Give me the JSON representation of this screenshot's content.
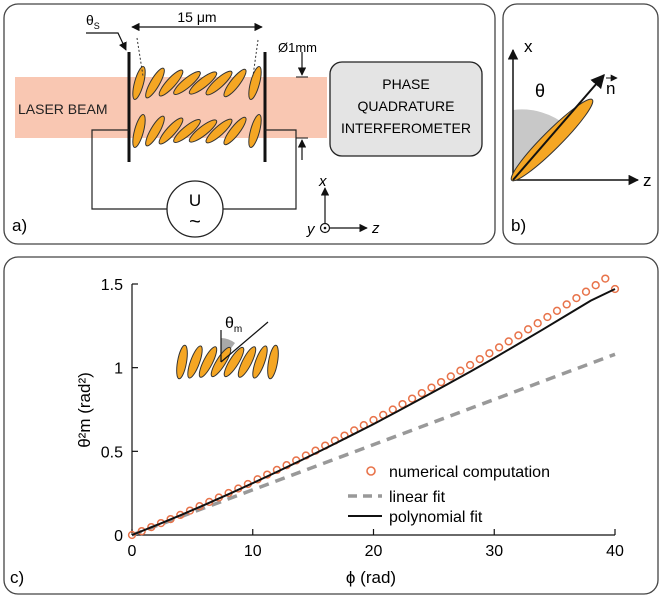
{
  "panels": {
    "a": {
      "label": "a)",
      "theta_s": "θ",
      "theta_s_sub": "S",
      "gap_label": "15 μm",
      "diameter_label": "Ø1mm",
      "laser_label": "LASER BEAM",
      "interferometer_lines": [
        "PHASE",
        "QUADRATURE",
        "INTERFEROMETER"
      ],
      "source_label": "U",
      "source_symbol": "~",
      "axis_x": "x",
      "axis_y": "y",
      "axis_z": "z"
    },
    "b": {
      "label": "b)",
      "axis_x": "x",
      "axis_z": "z",
      "theta": "θ",
      "n_vector": "n"
    },
    "c": {
      "label": "c)",
      "inset_theta": "θ",
      "inset_theta_sub": "m"
    }
  },
  "chart_data": {
    "type": "scatter",
    "title": "",
    "xlabel": "ϕ (rad)",
    "ylabel": "θ²m (rad²)",
    "xlim": [
      0,
      40
    ],
    "ylim": [
      0,
      1.5
    ],
    "xticks": [
      0,
      10,
      20,
      30,
      40
    ],
    "yticks": [
      0,
      0.5,
      1,
      1.5
    ],
    "ytick_labels": [
      "0",
      "0.5",
      "1",
      "1.5"
    ],
    "grid": false,
    "legend_position": "bottom-right",
    "series": [
      {
        "name": "numerical computation",
        "style": "markers",
        "marker": "open-circle",
        "color": "#e8734a",
        "x": [
          0,
          0.8,
          1.6,
          2.4,
          3.2,
          4,
          4.8,
          5.6,
          6.4,
          7.2,
          8,
          8.8,
          9.6,
          10.4,
          11.2,
          12,
          12.8,
          13.6,
          14.4,
          15.2,
          16,
          16.8,
          17.6,
          18.4,
          19.2,
          20,
          20.8,
          21.6,
          22.4,
          23.2,
          24,
          24.8,
          25.6,
          26.4,
          27.2,
          28,
          28.8,
          29.6,
          30.4,
          31.2,
          32,
          32.8,
          33.6,
          34.4,
          35.2,
          36,
          36.8,
          37.6,
          38.4,
          39.2,
          40
        ],
        "y": [
          0,
          0.023,
          0.047,
          0.071,
          0.095,
          0.12,
          0.146,
          0.172,
          0.198,
          0.224,
          0.251,
          0.278,
          0.305,
          0.333,
          0.361,
          0.389,
          0.417,
          0.446,
          0.475,
          0.504,
          0.534,
          0.564,
          0.594,
          0.625,
          0.656,
          0.687,
          0.718,
          0.75,
          0.782,
          0.815,
          0.848,
          0.881,
          0.914,
          0.948,
          0.982,
          1.016,
          1.051,
          1.086,
          1.121,
          1.157,
          1.193,
          1.229,
          1.266,
          1.303,
          1.34,
          1.378,
          1.416,
          1.454,
          1.493,
          1.532,
          1.47
        ]
      },
      {
        "name": "linear fit",
        "style": "dashed",
        "color": "#999999",
        "x": [
          0,
          40
        ],
        "y": [
          0,
          1.08
        ]
      },
      {
        "name": "polynomial fit",
        "style": "solid",
        "color": "#111111",
        "x": [
          0,
          2,
          4,
          6,
          8,
          10,
          12,
          14,
          16,
          18,
          20,
          22,
          24,
          26,
          28,
          30,
          32,
          34,
          36,
          38,
          40
        ],
        "y": [
          0,
          0.058,
          0.118,
          0.18,
          0.244,
          0.31,
          0.377,
          0.446,
          0.517,
          0.59,
          0.663,
          0.739,
          0.817,
          0.896,
          0.976,
          1.058,
          1.142,
          1.227,
          1.314,
          1.401,
          1.47
        ]
      }
    ]
  }
}
